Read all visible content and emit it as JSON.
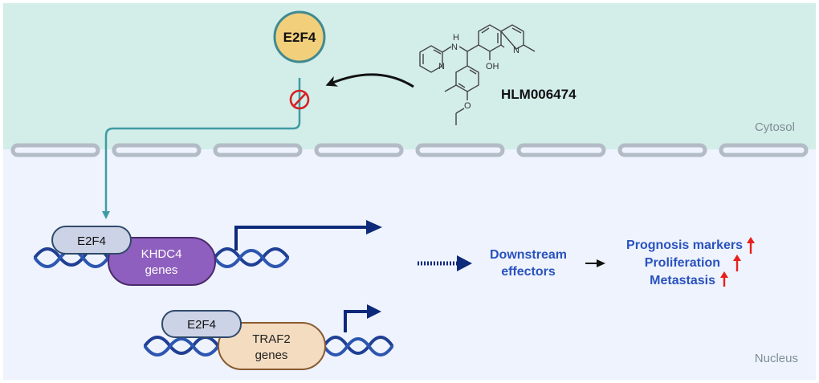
{
  "compartments": {
    "cytosol_label": "Cytosol",
    "nucleus_label": "Nucleus"
  },
  "cytosol": {
    "protein_label": "E2F4",
    "compound_name": "HLM006474",
    "compound_atoms": {
      "nh_h": "H",
      "nh_n": "N",
      "pyridine_n": "N",
      "quinoline_n": "N",
      "oh": "OH",
      "ether_o": "O"
    },
    "inhibition_symbol": "inhibit"
  },
  "nucleus": {
    "complex1": {
      "tf_label": "E2F4",
      "gene_line1": "KHDC4",
      "gene_line2": "genes"
    },
    "complex2": {
      "tf_label": "E2F4",
      "gene_line1": "TRAF2",
      "gene_line2": "genes"
    },
    "downstream": {
      "line1": "Downstream",
      "line2": "effectors"
    },
    "outcomes": [
      {
        "label": "Prognosis markers",
        "direction": "up"
      },
      {
        "label": "Proliferation",
        "direction": "up"
      },
      {
        "label": "Metastasis",
        "direction": "up"
      }
    ]
  },
  "colors": {
    "cytosol_bg": "#d3ede8",
    "nucleus_bg": "#eef3fd",
    "membrane": "#b3bcc6",
    "path_teal": "#3f9ba3",
    "dna_blue": "#1f3f94",
    "arrow_navy": "#0d2a7a",
    "e2f4_circle": "#f2cf7b",
    "e2f4_pill": "#cdd3e6",
    "khdc4": "#8e5fbe",
    "traf2": "#f3dcc0",
    "text_blue": "#2a52be",
    "up_red": "#e8201c",
    "inhibit_red": "#d62024"
  }
}
